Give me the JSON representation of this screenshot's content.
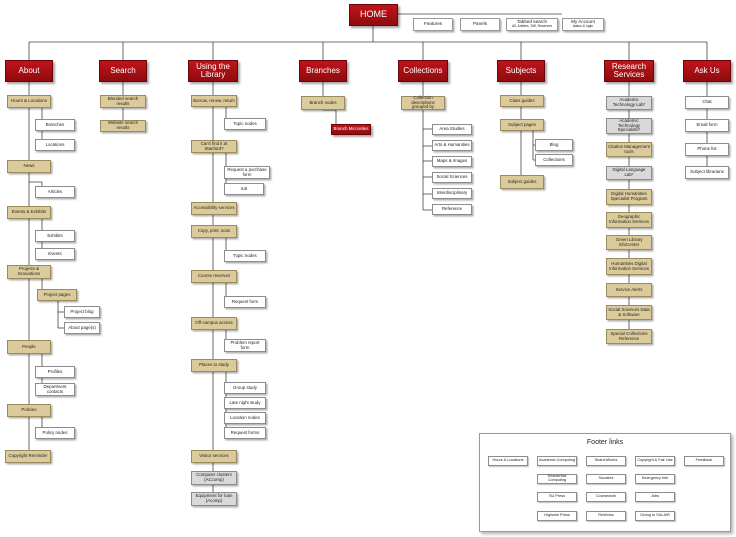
{
  "home": "HOME",
  "top_nav": [
    {
      "label": "Features",
      "sub": ""
    },
    {
      "label": "Panels",
      "sub": ""
    },
    {
      "label": "Tabbed search",
      "sub": "All, Articles, SW, Reserves"
    },
    {
      "label": "My Account",
      "sub": "status & login"
    }
  ],
  "sections": {
    "about": "About",
    "search": "Search",
    "using": "Using the Library",
    "branches": "Branches",
    "collections": "Collections",
    "subjects": "Subjects",
    "research": "Research Services",
    "askus": "Ask Us"
  },
  "about": {
    "hours": "Hours & Locations",
    "branches": "Branches",
    "locations": "Locations",
    "news": "News",
    "articles": "Articles",
    "events_exhibits": "Events & Exhibits",
    "exhibits": "Exhibits",
    "events": "Events",
    "projects": "Projects & Innovations",
    "project_pages": "Project pages",
    "project_blog": "Project blog",
    "about_pages": "About page(s)",
    "people": "People",
    "profiles": "Profiles",
    "department_contacts": "Department contacts",
    "policies": "Policies",
    "policy_nodes": "Policy nodes",
    "copyright_reminder": "Copyright Reminder"
  },
  "search": {
    "blended": "Blended search results",
    "website": "Website search results"
  },
  "using": {
    "borrow": "Borrow, renew, return",
    "topic_nodes_1": "Topic nodes",
    "cant_find": "Can't find it at Stanford?",
    "request_purchase": "Request a purchase form",
    "ill": "ILB",
    "accessibility": "Accessibility services",
    "copy": "Copy, print, scan",
    "topic_nodes_2": "Topic nodes",
    "course_reserves": "Course reserves",
    "request_form": "Request form",
    "off_campus": "Off-campus access",
    "problem_report": "Problem report form",
    "places": "Places to study",
    "group_study": "Group study",
    "late_night": "Late night study",
    "location_nodes": "Location nodes",
    "request_forms": "Request forms",
    "visitor": "Visitor services",
    "computer_clusters": "Computer clusters (ACcomp)",
    "equipment": "Equipment for loan (Acomp)"
  },
  "branches": {
    "nodes": "Branch nodes",
    "microsites": "Branch Microsites"
  },
  "collections": {
    "descriptions": "Collection descriptions grouped by",
    "items": [
      "Area Studies",
      "Arts & Humanities",
      "Maps & Images",
      "Social Sciences",
      "Interdisciplinary",
      "Reference"
    ]
  },
  "subjects": {
    "class_guides": "Class guides",
    "subject_pages": "Subject pages",
    "blog": "Blog",
    "collections": "Collections",
    "subject_guides": "Subject guides"
  },
  "research": {
    "items": [
      "Academic Technology Lab*",
      "Academic Technology Specialists*",
      "Citation Management tools",
      "Digital Language Lab*",
      "Digital Humanities Specialist Program",
      "Geographic Information Services",
      "Green Library InfoCenter",
      "Humanities Digital Information Services",
      "Service Alerts",
      "Social Sciences Data & Software",
      "Special Collections Reference"
    ]
  },
  "askus": {
    "items": [
      "Chat",
      "Email form",
      "Phone list",
      "Subject librarians"
    ]
  },
  "footer": {
    "title": "Footer links",
    "links": [
      "Hours & Locations",
      "Academic Computing",
      "SearchWorks",
      "Copyright & Fair Use",
      "Feedback",
      "Residential Computing",
      "Socrates",
      "Emergency Info",
      "SU Press",
      "Coursework",
      "Jobs",
      "Highwire Press",
      "ReWorks",
      "Giving to SULAIR"
    ]
  },
  "colors": {
    "section_red": "#a8101a",
    "content_tan": "#dccb9a",
    "utility_gray": "#d9d9d9",
    "connector": "#444444"
  }
}
